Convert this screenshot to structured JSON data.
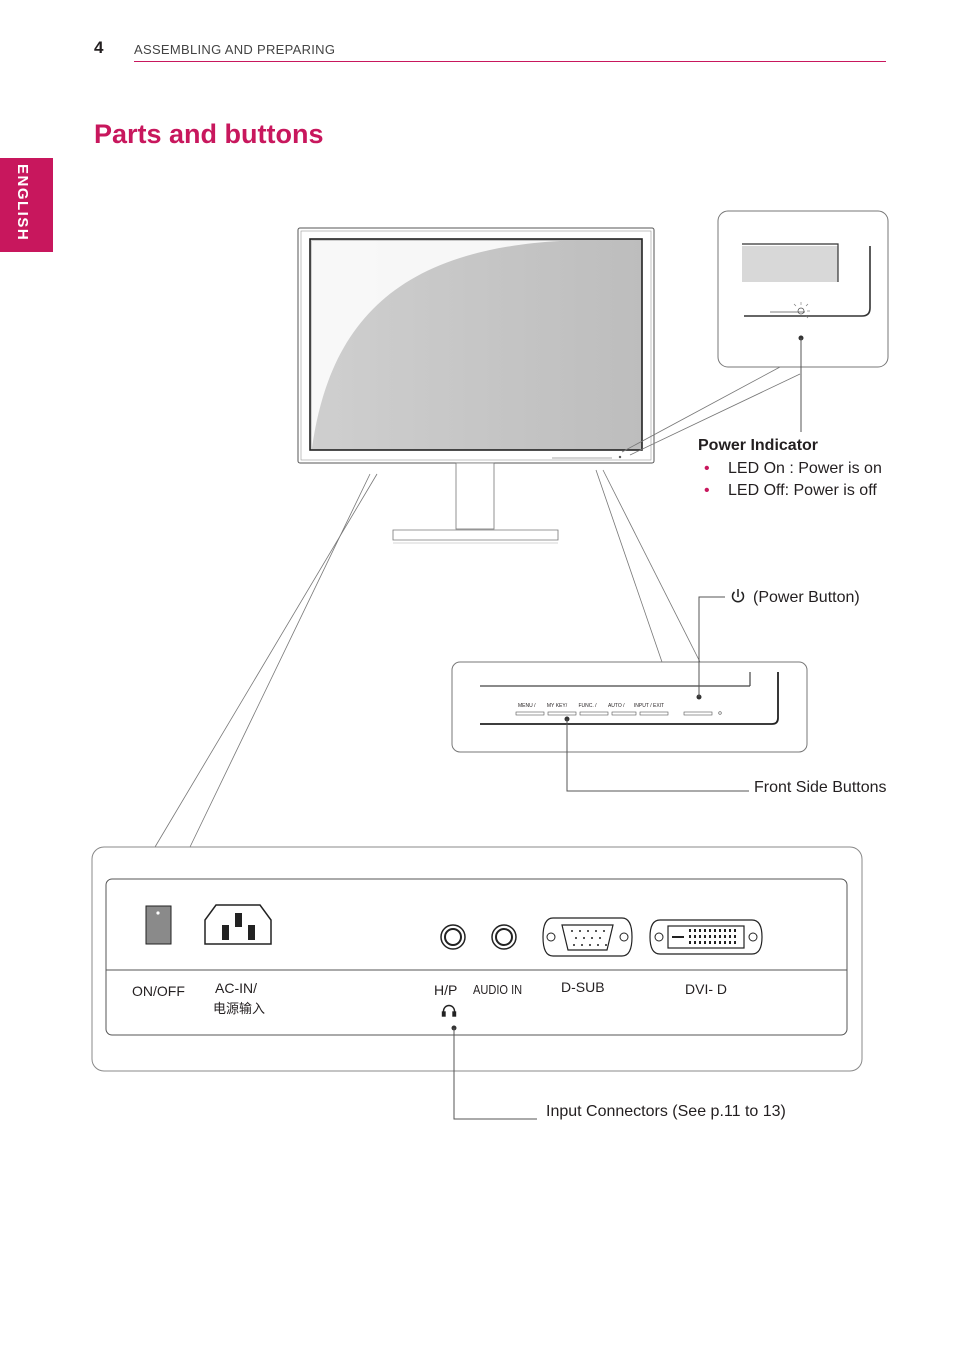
{
  "header": {
    "page_number": "4",
    "section": "ASSEMBLING AND PREPARING"
  },
  "side_tab": "ENGLISH",
  "title": "Parts and buttons",
  "power_indicator": {
    "heading": "Power Indicator",
    "items": [
      "LED On : Power is on",
      "LED Off: Power is off"
    ]
  },
  "power_button": {
    "label": "(Power Button)"
  },
  "front_side_buttons": {
    "label": "Front Side Buttons",
    "button_labels": [
      "MENU / ",
      "MY KEY/",
      "FUNC. /",
      "AUTO / ",
      "INPUT / EXIT"
    ]
  },
  "bottom_panel": {
    "connectors": {
      "on_off": "ON/OFF",
      "ac_in": "AC-IN/",
      "ac_in_cjk": "电源输入",
      "hp": "H/P",
      "audio_in": "AUDIO IN",
      "dsub": "D-SUB",
      "dvi": "DVI- D"
    },
    "input_connectors": "Input Connectors (See p.11 to 13)"
  },
  "colors": {
    "accent": "#c8175d",
    "line": "#555555"
  },
  "icons": [
    "power-icon",
    "headphone-icon"
  ]
}
